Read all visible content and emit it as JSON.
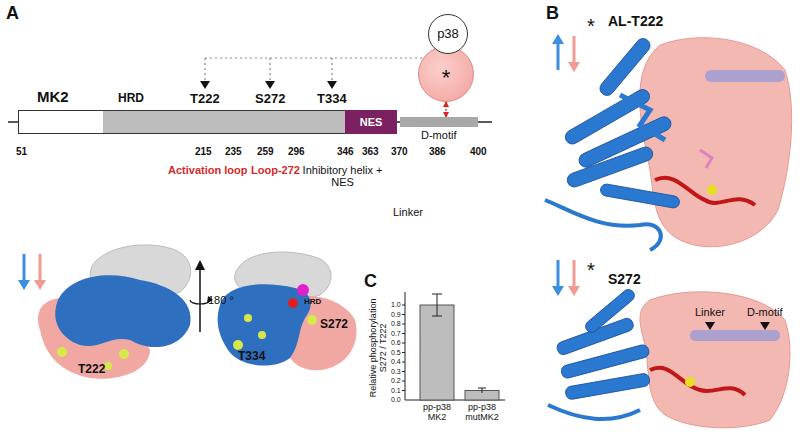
{
  "diagram": {
    "nodes": [
      {
        "text": [
          "MK2"
        ]
      },
      {
        "text": [
          "NES"
        ],
        "in": 0
      },
      {
        "text": [
          "D-motif"
        ]
      },
      {
        "text": [
          "p38"
        ]
      },
      {
        "text": [
          "*"
        ]
      }
    ],
    "edges": [
      {
        "from": 4,
        "to": 2,
        "arrow": "both"
      }
    ],
    "labels": [
      "A",
      "HRD",
      "T222",
      "S272",
      "T334",
      "51",
      "215",
      "235",
      "259",
      "296",
      "346",
      "363",
      "370",
      "386",
      "400",
      "Activation loop",
      "Loop-272",
      "Inhibitory helix + NES",
      "Linker",
      "T222",
      "180 °",
      "HRD",
      "S272",
      "T334",
      "B",
      "*",
      "AL-T222",
      "*",
      "S272",
      "Linker",
      "D-motif",
      "C",
      "Relative phosphorylation S272 / T222",
      "1.0",
      "0.9",
      "0.8",
      "0.7",
      "0.6",
      "0.5",
      "0.4",
      "0.3",
      "0.2",
      "0.1",
      "0.0",
      "pp-p38 MK2",
      "pp-p38 mutMK2"
    ]
  }
}
